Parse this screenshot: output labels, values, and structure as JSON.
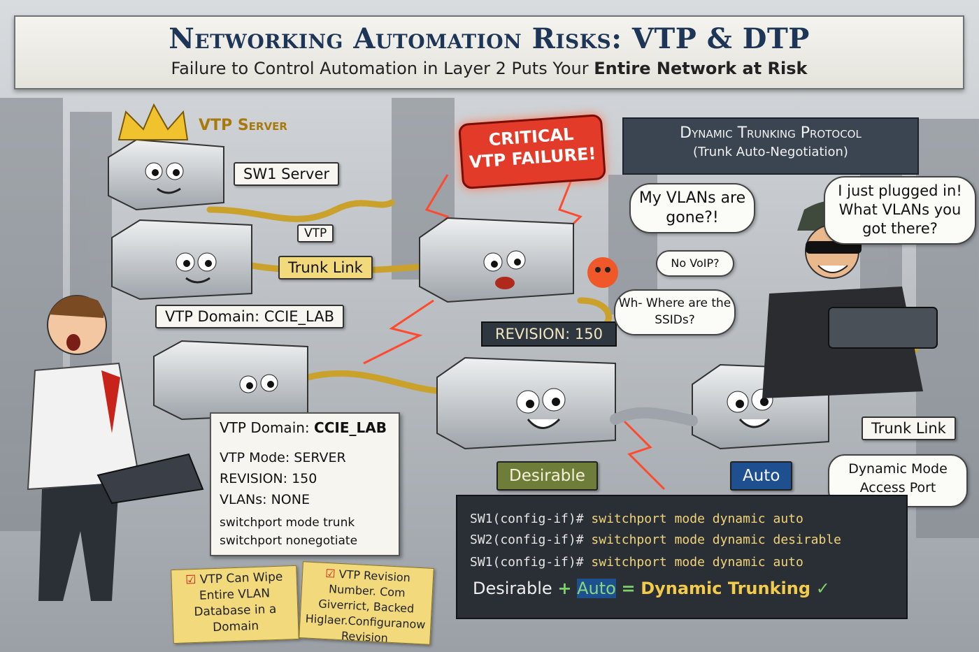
{
  "header": {
    "title": "Networking Automation Risks: VTP & DTP",
    "subtitle_pre": "Failure to Control Automation in Layer 2 Puts Your ",
    "subtitle_bold": "Entire Network at Risk"
  },
  "vtp_server_label": "VTP Server",
  "sw1_label": "SW1 Server",
  "vtp_tag": "VTP",
  "trunk_link_left": "Trunk Link",
  "vtp_domain_top": "VTP Domain: CCIE_LAB",
  "critical": {
    "line1": "CRITICAL",
    "line2": "VTP FAILURE!"
  },
  "revision_label": "REVISION: 150",
  "dtp": {
    "title": "Dynamic Trunking Protocol",
    "sub": "(Trunk Auto-Negotiation)"
  },
  "bubbles": {
    "vlans_gone": "My VLANs are gone?!",
    "no_voip": "No VoIP?",
    "where_ssids": "Wh- Where are the SSIDs?",
    "plugged_in": "I just plugged in! What VLANs you got there?"
  },
  "trunk_link_right": "Trunk Link",
  "dynamic_mode": "Dynamic Mode Access Port",
  "info_card": {
    "domain_key": "VTP Domain:",
    "domain_val": "CCIE_LAB",
    "mode": "VTP Mode: SERVER",
    "revision": "REVISION: 150",
    "vlans": "VLANs: NONE",
    "cmd1": "switchport mode trunk",
    "cmd2": "switchport nonegotiate"
  },
  "notes": {
    "left": "VTP Can Wipe Entire VLAN Database in a Domain",
    "right": "VTP Revision Number. Com Giverrict, Backed Higlaer.Configuranow Revision"
  },
  "badges": {
    "desirable": "Desirable",
    "auto": "Auto"
  },
  "terminal": {
    "lines": [
      {
        "prompt": "SW1(config-if)# ",
        "cmd": "switchport mode dynamic auto"
      },
      {
        "prompt": "SW2(config-if)# ",
        "cmd": "switchport mode dynamic desirable"
      },
      {
        "prompt": "SW1(config-if)# ",
        "cmd": "switchport mode dynamic auto"
      }
    ],
    "eq_desirable": "Desirable",
    "eq_plus": "+",
    "eq_auto": "Auto",
    "eq_equals": "=",
    "eq_result": "Dynamic Trunking",
    "eq_check": "✓"
  },
  "colors": {
    "title": "#1d3557",
    "critical": "#e23b2a",
    "note": "#f1d97c",
    "terminal": "#2a2f35"
  }
}
